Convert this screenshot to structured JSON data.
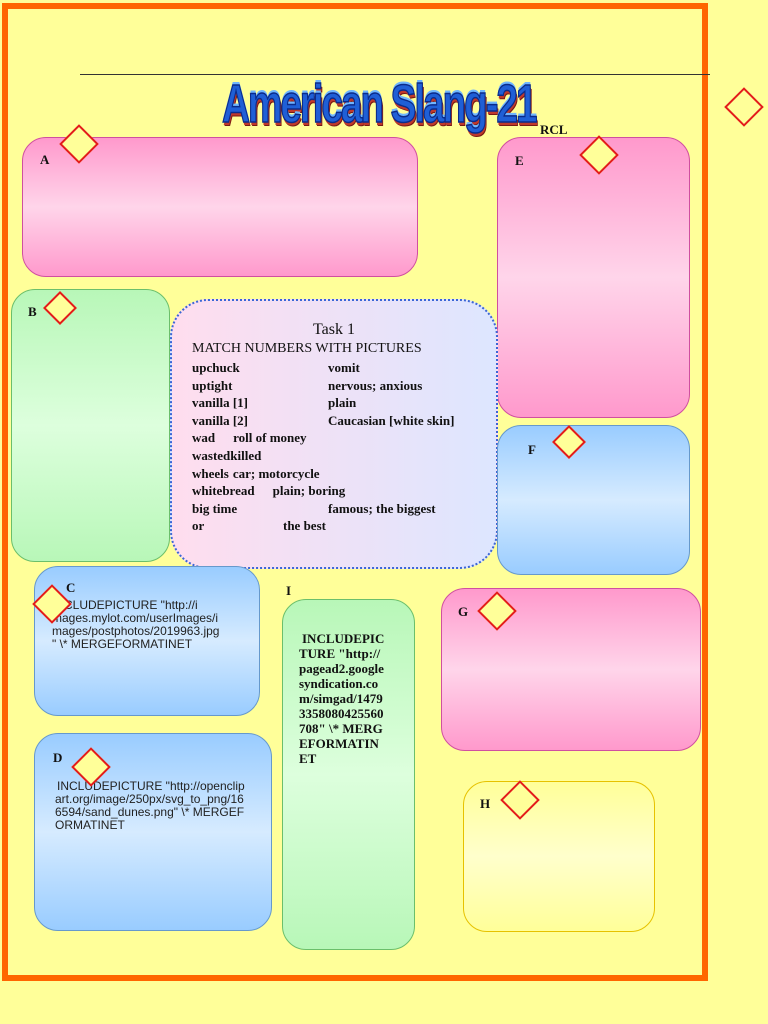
{
  "header": {
    "title": "American Slang-21",
    "author": "RCL"
  },
  "boxes": {
    "a": "A",
    "b": "B",
    "c": "C",
    "d": "D",
    "e": "E",
    "f": "F",
    "g": "G",
    "h": "H",
    "i": "I"
  },
  "task": {
    "heading": "Task 1",
    "instruction": "MATCH NUMBERS WITH  PICTURES",
    "rows": [
      {
        "term": "upchuck",
        "definition": "vomit"
      },
      {
        "term": "uptight",
        "definition": "nervous; anxious"
      },
      {
        "term": "vanilla [1]",
        "definition": "plain"
      },
      {
        "term": "vanilla [2]",
        "definition": "Caucasian [white skin]"
      },
      {
        "term": "wad",
        "definition": "roll of money"
      },
      {
        "term": "wasted",
        "definition": "killed"
      },
      {
        "term": "wheels",
        "definition": "car; motorcycle"
      },
      {
        "term": "whitebread",
        "definition": "plain; boring"
      },
      {
        "term": "big time",
        "definition": "famous; the biggest"
      },
      {
        "term": "or",
        "definition": "the best"
      }
    ]
  },
  "fields": {
    "c_line1": "INCLUDEPICTURE \"http://i",
    "c_line2": "mages.mylot.com/userImages/i",
    "c_line3": "mages/postphotos/2019963.jpg",
    "c_line4": "\" \\* MERGEFORMATINET",
    "d_line1": "INCLUDEPICTURE \"http://openclip",
    "d_line2": "art.org/image/250px/svg_to_png/16",
    "d_line3": "6594/sand_dunes.png\" \\* MERGEF",
    "d_line4": "ORMATINET",
    "i_lines": [
      "INCLUDEPIC",
      "TURE \"http://",
      "pagead2.google",
      "syndication.co",
      "m/simgad/1479",
      "3358080425560",
      "708\" \\* MERG",
      "EFORMATIN",
      "ET"
    ]
  }
}
